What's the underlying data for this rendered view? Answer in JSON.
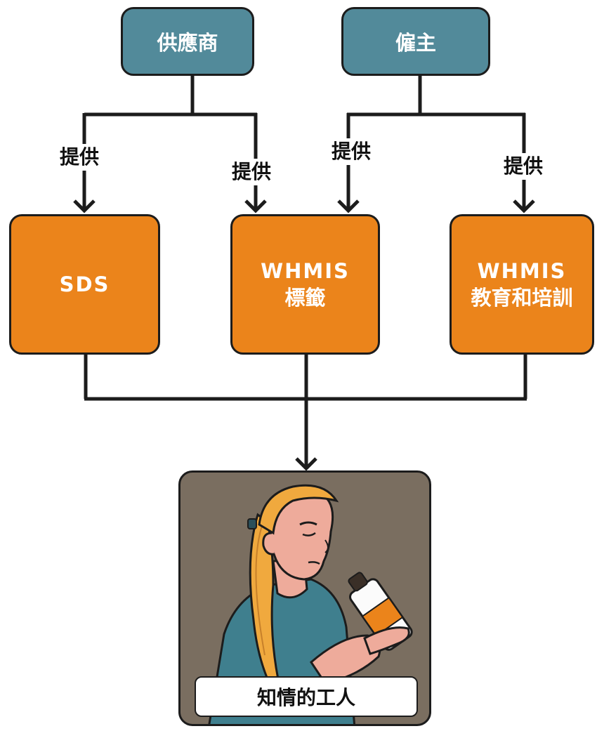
{
  "sources": {
    "supplier": "供應商",
    "employer": "僱主"
  },
  "edge_label": "提供",
  "targets": {
    "sds": "SDS",
    "label_line1": "WHMIS",
    "label_line2": "標籤",
    "training_line1": "WHMIS",
    "training_line2": "教育和培訓"
  },
  "outcome": "知情的工人",
  "colors": {
    "source_box": "#528a9a",
    "target_box": "#eb841b",
    "outcome_panel": "#7a6e60",
    "line": "#1c1c1c"
  },
  "icons": [
    "worker-reading-bottle-illustration",
    "arrow-down-icon"
  ]
}
